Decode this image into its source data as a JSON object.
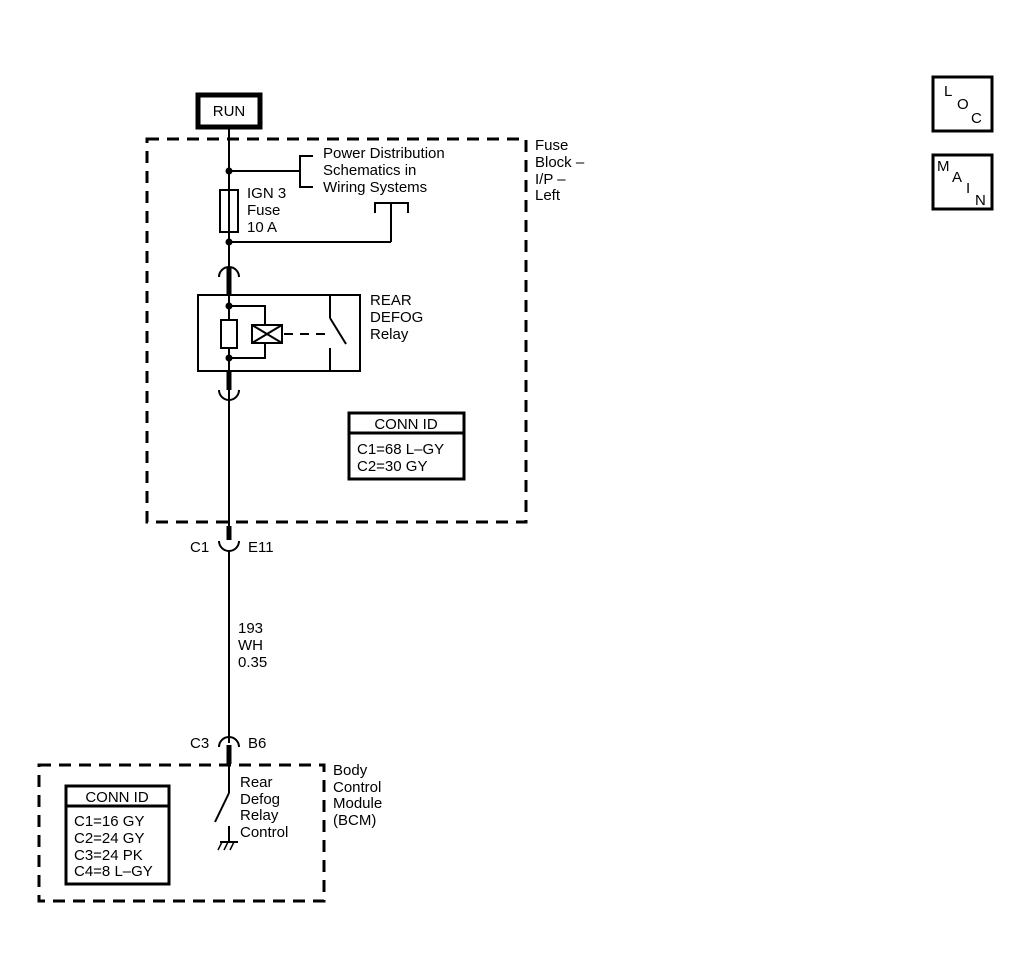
{
  "power_source": {
    "label": "RUN"
  },
  "fuse_block": {
    "name_lines": [
      "Fuse",
      "Block –",
      "I/P –",
      "Left"
    ],
    "power_dist_lines": [
      "Power Distribution",
      "Schematics in",
      "Wiring Systems"
    ],
    "fuse_lines": [
      "IGN 3",
      "Fuse",
      "10 A"
    ],
    "relay_lines": [
      "REAR",
      "DEFOG",
      "Relay"
    ],
    "conn_id": {
      "title": "CONN ID",
      "rows": [
        "C1=68 L–GY",
        "C2=30 GY"
      ]
    }
  },
  "connector_top": {
    "left": "C1",
    "right": "E11"
  },
  "wire": {
    "lines": [
      "193",
      "WH",
      "0.35"
    ]
  },
  "connector_bottom": {
    "left": "C3",
    "right": "B6"
  },
  "bcm": {
    "name_lines": [
      "Body",
      "Control",
      "Module",
      "(BCM)"
    ],
    "control_lines": [
      "Rear",
      "Defog",
      "Relay",
      "Control"
    ],
    "conn_id": {
      "title": "CONN ID",
      "rows": [
        "C1=16 GY",
        "C2=24 GY",
        "C3=24 PK",
        "C4=8 L–GY"
      ]
    }
  },
  "nav_buttons": {
    "loc": [
      "L",
      "O",
      "C"
    ],
    "main": [
      "M",
      "A",
      "I",
      "N"
    ]
  }
}
